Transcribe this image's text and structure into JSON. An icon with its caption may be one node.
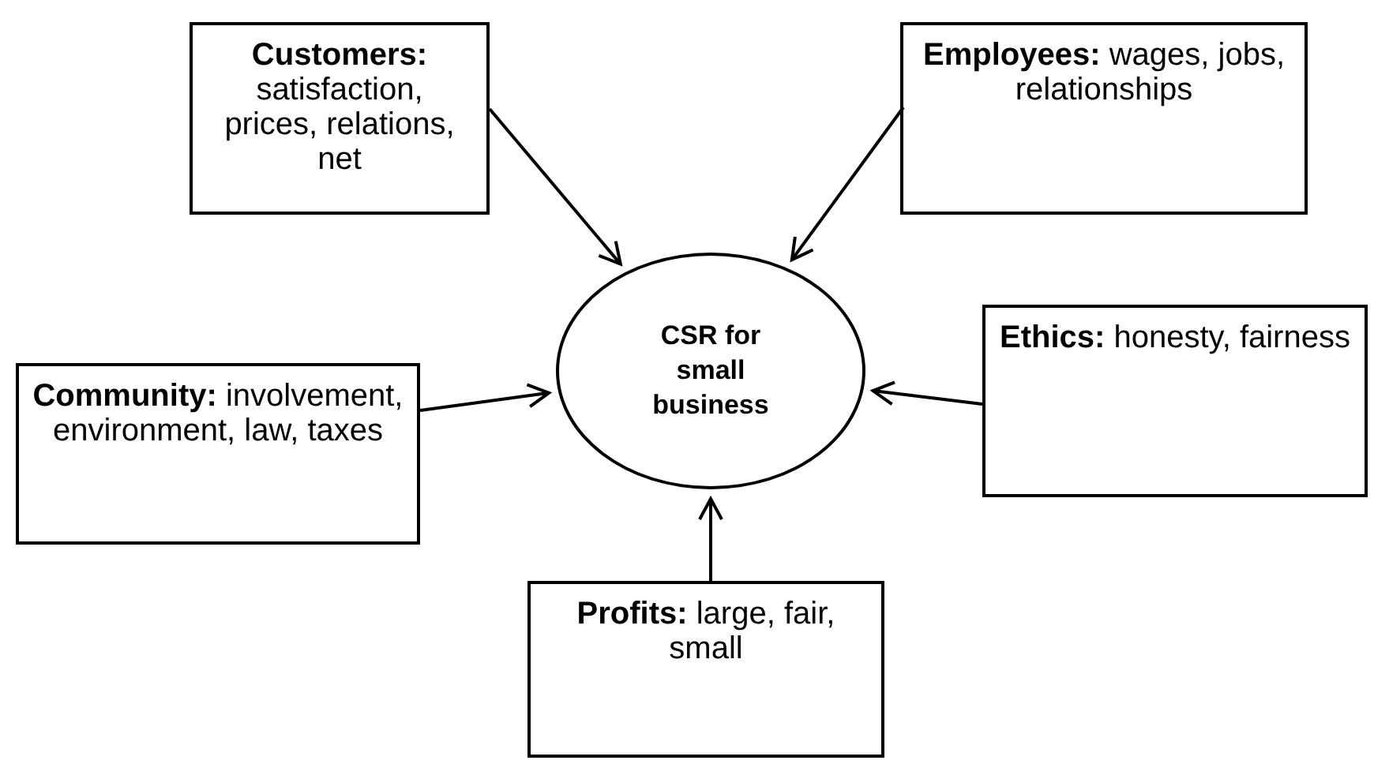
{
  "diagram": {
    "nodes": [
      {
        "text": [
          "**Customers:** satisfaction, prices, relations, net"
        ]
      },
      {
        "text": [
          "**Employees:** wages, jobs, relationships"
        ]
      },
      {
        "text": [
          "**Community:** involvement, environment, law, taxes"
        ]
      },
      {
        "text": [
          "CSR for small business"
        ]
      },
      {
        "text": [
          "**Ethics:** honesty, fairness"
        ]
      },
      {
        "text": [
          "**Profits:** large, fair, small"
        ]
      }
    ],
    "edges": [
      {
        "from": 0,
        "to": 3,
        "arrow": "to"
      },
      {
        "from": 1,
        "to": 3,
        "arrow": "to"
      },
      {
        "from": 2,
        "to": 3,
        "arrow": "to"
      },
      {
        "from": 4,
        "to": 3,
        "arrow": "to"
      },
      {
        "from": 5,
        "to": 3,
        "arrow": "to"
      }
    ]
  }
}
